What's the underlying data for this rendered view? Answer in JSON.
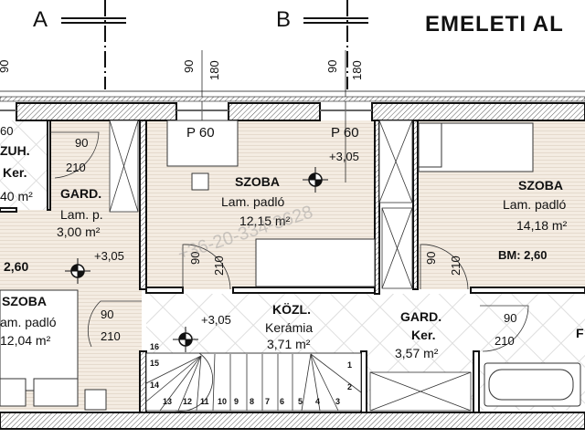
{
  "title": "EMELETI AL",
  "axes": [
    "A",
    "B"
  ],
  "top_dims": {
    "left": "90",
    "mid_a": "90",
    "mid_b": "180",
    "right_a": "90",
    "right_b": "180"
  },
  "windows": [
    "P 60",
    "P 60"
  ],
  "levels": [
    "+3,05",
    "+3,05",
    "+3,05"
  ],
  "heights": {
    "left": "2,60",
    "right": "BM: 2,60"
  },
  "rooms": {
    "zuh": {
      "name": "ZUH.",
      "floor": "Ker.",
      "area": "40 m²",
      "dim": "60"
    },
    "gard_left": {
      "name": "GARD.",
      "floor": "Lam. p.",
      "area": "3,00 m²"
    },
    "szoba_mid": {
      "name": "SZOBA",
      "floor": "Lam. padló",
      "area": "12,15 m²"
    },
    "szoba_right": {
      "name": "SZOBA",
      "floor": "Lam. padló",
      "area": "14,18 m²"
    },
    "szoba_left": {
      "name": "SZOBA",
      "floor": "am. padló",
      "area": "12,04 m²"
    },
    "kozl": {
      "name": "KÖZL.",
      "floor": "Kerámia",
      "area": "3,71 m²"
    },
    "gard_right": {
      "name": "GARD.",
      "floor": "Ker.",
      "area": "3,57 m²"
    },
    "bath": {
      "name": "F"
    }
  },
  "doors": [
    {
      "w": "90",
      "h": "210"
    },
    {
      "w": "90",
      "h": "210"
    },
    {
      "w": "90",
      "h": "210"
    },
    {
      "w": "90",
      "h": "210"
    },
    {
      "w": "90",
      "h": "210"
    }
  ],
  "stairs": [
    "1",
    "2",
    "3",
    "4",
    "5",
    "6",
    "7",
    "8",
    "9",
    "10",
    "11",
    "12",
    "13",
    "14",
    "15",
    "16"
  ],
  "watermark": "+36-20-334-3628",
  "colors": {
    "floor": "#f4ece2",
    "wall": "#111111",
    "tile": "#d8d8d8"
  }
}
